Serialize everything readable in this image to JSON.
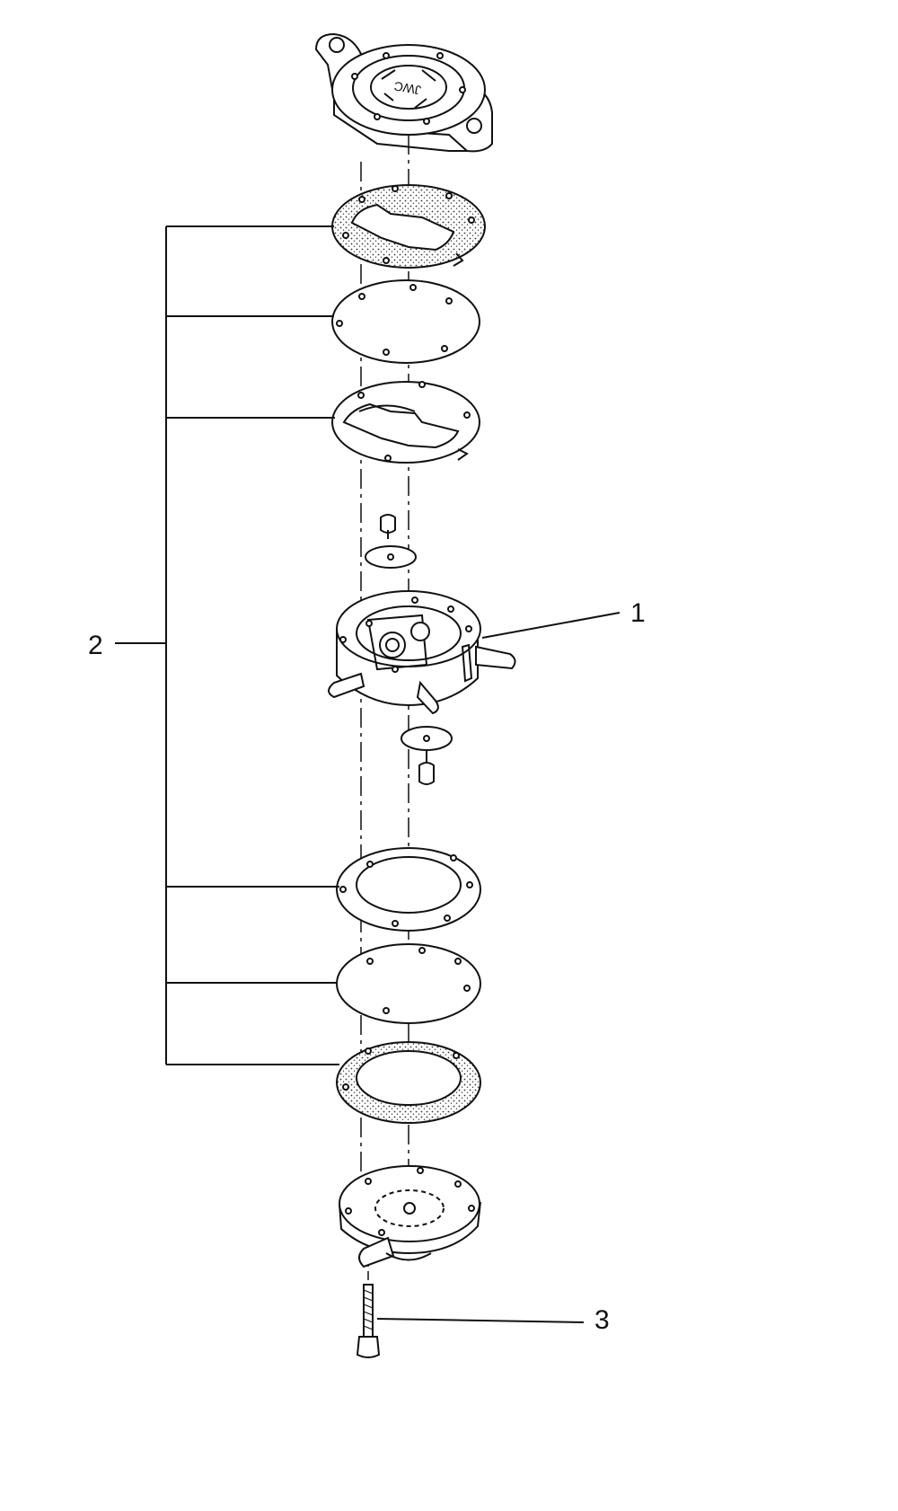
{
  "diagram": {
    "callouts": [
      {
        "id": "1",
        "label": "1"
      },
      {
        "id": "2",
        "label": "2"
      },
      {
        "id": "3",
        "label": "3"
      }
    ],
    "stroke_color": "#111111",
    "fill_color": "#ffffff",
    "stipple_color": "#333333",
    "cover_logo": "JWC"
  }
}
